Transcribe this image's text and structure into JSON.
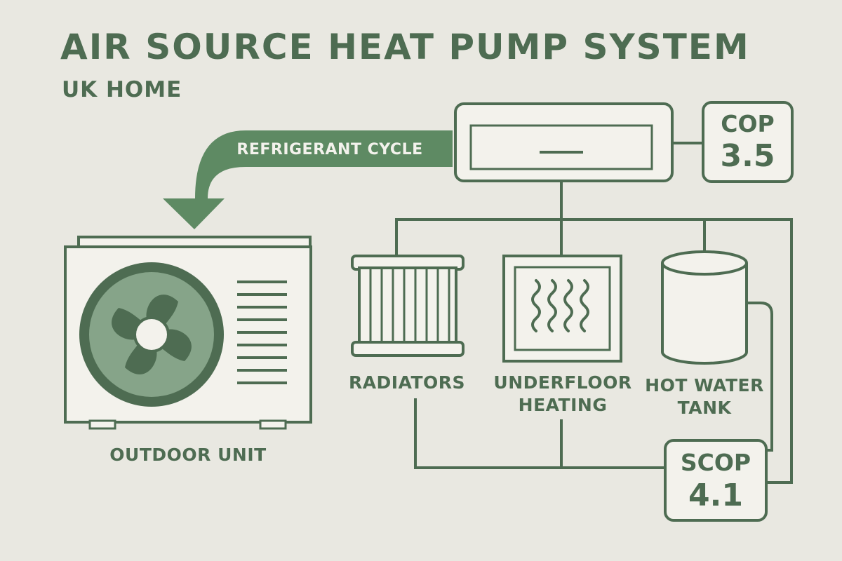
{
  "title": "AIR SOURCE HEAT PUMP SYSTEM",
  "subtitle": "UK HOME",
  "flow": {
    "label": "REFRIGERANT CYCLE"
  },
  "outdoor_unit": {
    "label": "OUTDOOR UNIT"
  },
  "indoor_unit": {
    "icon": "indoor-split-unit"
  },
  "emitters": {
    "radiators": {
      "label": "RADIATORS",
      "icon": "radiator-icon"
    },
    "underfloor": {
      "label_line1": "UNDERFLOOR",
      "label_line2": "HEATING",
      "icon": "underfloor-heating-icon"
    },
    "tank": {
      "label_line1": "HOT WATER",
      "label_line2": "TANK",
      "icon": "water-tank-icon"
    }
  },
  "metrics": {
    "cop": {
      "label": "COP",
      "value": "3.5"
    },
    "scop": {
      "label": "SCOP",
      "value": "4.1"
    }
  },
  "colors": {
    "ink": "#4e6c52",
    "accent": "#5e8a63",
    "fill": "#f3f2ec",
    "fan": "#86a489",
    "background": "#e9e8e1"
  }
}
